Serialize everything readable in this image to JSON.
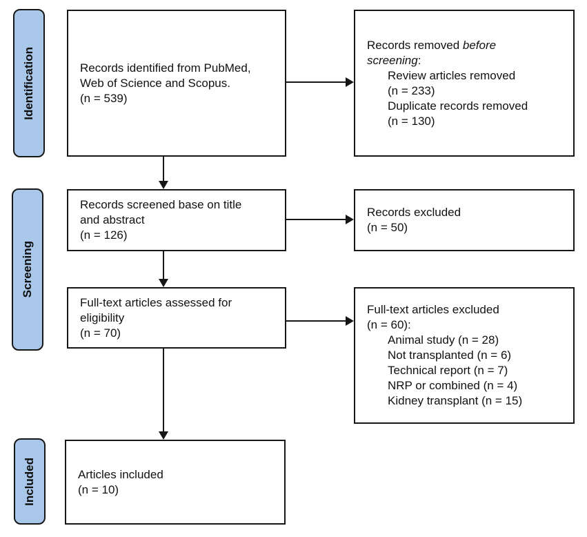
{
  "palette": {
    "background": "#ffffff",
    "stage_fill": "#a9c7e9",
    "stage_border": "#161616",
    "box_border": "#161616",
    "arrow": "#161616",
    "text": "#111111"
  },
  "stages": [
    {
      "id": "identification",
      "label": "Identification"
    },
    {
      "id": "screening",
      "label": "Screening"
    },
    {
      "id": "included",
      "label": "Included"
    }
  ],
  "boxes": {
    "records_identified": {
      "lines": [
        {
          "text": "Records identified from PubMed,"
        },
        {
          "text": "Web of Science and Scopus."
        },
        {
          "text": "(n = 539)"
        }
      ]
    },
    "records_removed": {
      "lines": [
        {
          "segments": [
            {
              "text": "Records removed "
            },
            {
              "text": "before",
              "italic": true
            }
          ]
        },
        {
          "segments": [
            {
              "text": "screening",
              "italic": true
            },
            {
              "text": ":"
            }
          ]
        },
        {
          "text": "Review articles removed",
          "indent": true
        },
        {
          "text": "(n = 233)",
          "indent": true
        },
        {
          "text": "Duplicate records removed",
          "indent": true
        },
        {
          "text": "(n = 130)",
          "indent": true
        }
      ]
    },
    "records_screened": {
      "lines": [
        {
          "text": "Records screened base on title"
        },
        {
          "text": "and abstract"
        },
        {
          "text": "(n = 126)"
        }
      ]
    },
    "records_excluded": {
      "lines": [
        {
          "text": "Records excluded"
        },
        {
          "text": "(n = 50)"
        }
      ]
    },
    "fulltext_assessed": {
      "lines": [
        {
          "text": "Full-text articles assessed for"
        },
        {
          "text": "eligibility"
        },
        {
          "text": "(n = 70)"
        }
      ]
    },
    "fulltext_excluded": {
      "lines": [
        {
          "text": "Full-text articles excluded"
        },
        {
          "text": "(n = 60):"
        },
        {
          "text": "Animal study (n = 28)",
          "indent": true
        },
        {
          "text": "Not transplanted (n = 6)",
          "indent": true
        },
        {
          "text": "Technical report (n = 7)",
          "indent": true
        },
        {
          "text": "NRP or combined (n = 4)",
          "indent": true
        },
        {
          "text": "Kidney transplant (n = 15)",
          "indent": true
        }
      ]
    },
    "articles_included": {
      "lines": [
        {
          "text": "Articles included"
        },
        {
          "text": "(n = 10)"
        }
      ]
    }
  }
}
